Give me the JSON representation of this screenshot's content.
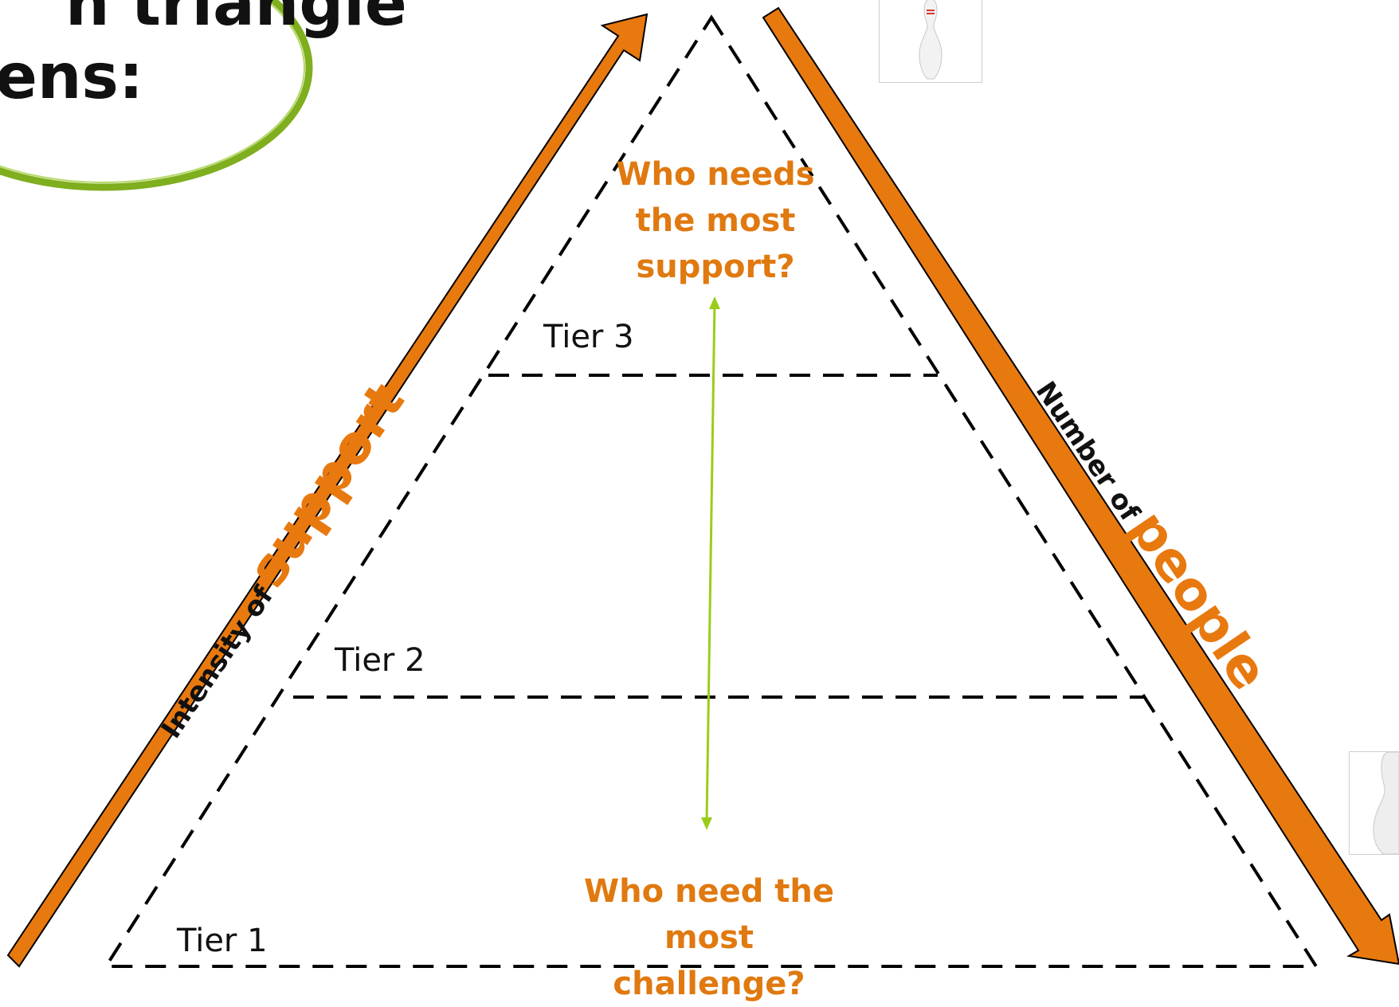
{
  "slide": {
    "title_line1_fragment": "n triangle",
    "title_line2_fragment": "ens:"
  },
  "pyramid": {
    "tiers": [
      "Tier 3",
      "Tier 2",
      "Tier 1"
    ],
    "top_question": "Who needs the most support?",
    "bottom_question": "Who need the most challenge?"
  },
  "axes": {
    "left": {
      "prefix": "Intensity of",
      "emphasis": "support"
    },
    "right": {
      "prefix": "Number of",
      "emphasis": "people"
    }
  },
  "colors": {
    "arrow_orange": "#e8790f",
    "text_orange": "#e0790f",
    "double_arrow_green": "#9acd1a",
    "oval_green": "#7fae1e"
  }
}
